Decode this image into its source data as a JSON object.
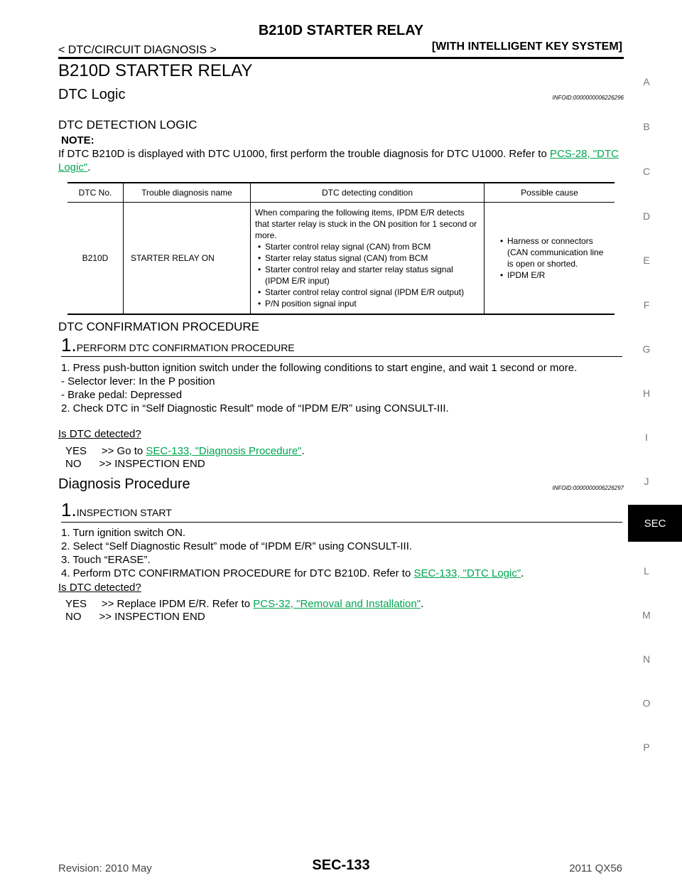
{
  "header": {
    "title": "B210D STARTER RELAY",
    "breadcrumb": "< DTC/CIRCUIT DIAGNOSIS >",
    "system": "[WITH INTELLIGENT KEY SYSTEM]"
  },
  "page_title": "B210D STARTER RELAY",
  "dtc_logic": {
    "heading": "DTC Logic",
    "infoid": "INFOID:0000000006226296",
    "sub_heading": "DTC DETECTION LOGIC",
    "note_label": "NOTE:",
    "note_text": "If DTC B210D is displayed with DTC U1000, first perform the trouble diagnosis for DTC U1000. Refer to ",
    "note_link": "PCS-28, \"DTC Logic\"",
    "note_end": "."
  },
  "table": {
    "headers": [
      "DTC No.",
      "Trouble diagnosis name",
      "DTC detecting condition",
      "Possible cause"
    ],
    "row": {
      "dtc_no": "B210D",
      "name": "STARTER RELAY ON",
      "condition_intro": "When comparing the following items, IPDM E/R detects that starter relay is stuck in the ON position for 1 second or more.",
      "condition_items": [
        "Starter control relay signal (CAN) from BCM",
        "Starter relay status signal (CAN) from BCM",
        "Starter control relay and starter relay status signal (IPDM E/R input)",
        "Starter control relay control signal (IPDM E/R output)",
        "P/N position signal input"
      ],
      "causes": [
        "Harness or connectors (CAN communication line is open or shorted.",
        "IPDM E/R"
      ]
    }
  },
  "confirmation": {
    "heading": "DTC CONFIRMATION PROCEDURE",
    "step_num": "1.",
    "step_title": "PERFORM DTC CONFIRMATION PROCEDURE",
    "items": [
      "1. Press push-button ignition switch under the following conditions to start engine, and wait 1 second or more.",
      "-  Selector lever: In the P position",
      "-  Brake pedal: Depressed",
      "2. Check DTC in “Self Diagnostic Result” mode of “IPDM E/R” using CONSULT-III."
    ],
    "question": "Is DTC detected?",
    "yes_prefix": "YES     >> Go to ",
    "yes_link": "SEC-133, \"Diagnosis Procedure\"",
    "yes_end": ".",
    "no": "NO      >> INSPECTION END"
  },
  "diagnosis": {
    "heading": "Diagnosis Procedure",
    "infoid": "INFOID:0000000006226297",
    "step_num": "1.",
    "step_title": "INSPECTION START",
    "items": [
      "1. Turn ignition switch ON.",
      "2. Select “Self Diagnostic Result” mode of “IPDM E/R” using CONSULT-III.",
      "3. Touch “ERASE”."
    ],
    "item4_prefix": "4. Perform DTC CONFIRMATION PROCEDURE for DTC B210D. Refer to ",
    "item4_link": "SEC-133, \"DTC Logic\"",
    "item4_end": ".",
    "question": "Is DTC detected?",
    "yes_prefix": "YES     >> Replace IPDM E/R. Refer to ",
    "yes_link": "PCS-32, \"Removal and Installation\"",
    "yes_end": ".",
    "no": "NO      >> INSPECTION END"
  },
  "side_index": [
    "A",
    "B",
    "C",
    "D",
    "E",
    "F",
    "G",
    "H",
    "I",
    "J",
    "L",
    "M",
    "N",
    "O",
    "P"
  ],
  "side_tab": "SEC",
  "footer": {
    "revision": "Revision: 2010 May",
    "page": "SEC-133",
    "model": "2011 QX56"
  }
}
